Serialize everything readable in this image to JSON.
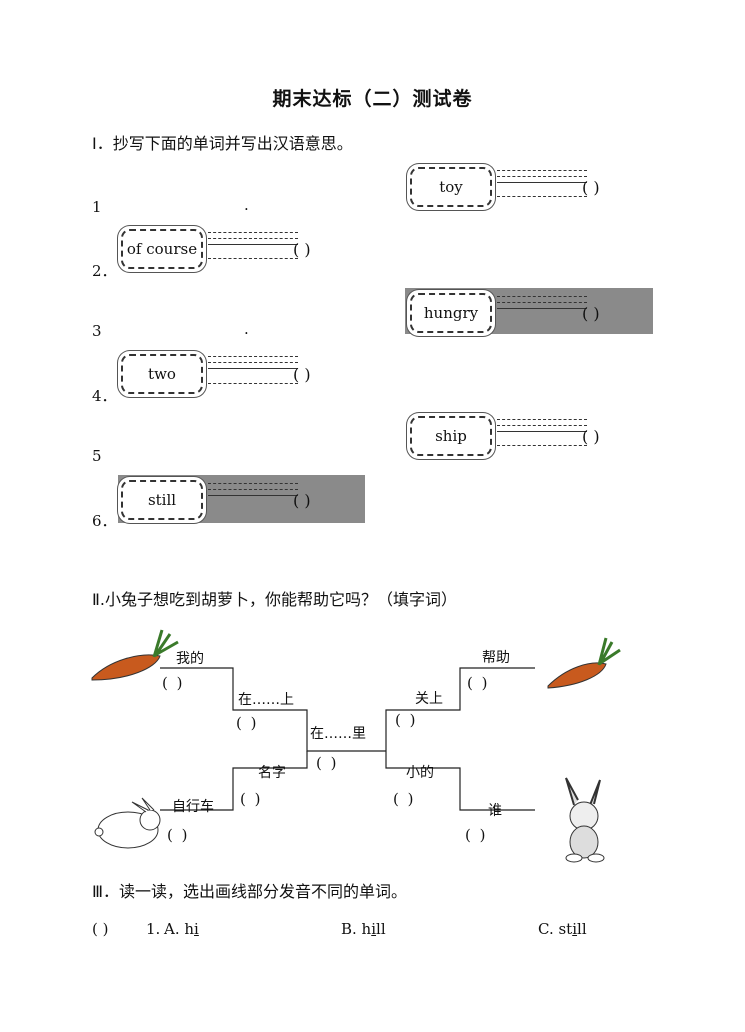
{
  "title": "期末达标（二）测试卷",
  "section1": {
    "heading": "I．抄写下面的单词并写出汉语意思。",
    "items": [
      {
        "num": "1",
        "word": "toy",
        "paren": "(          )"
      },
      {
        "num": "2．",
        "word": "of course",
        "paren": "(          )"
      },
      {
        "num": "3",
        "word": "hungry",
        "paren": "(          )"
      },
      {
        "num": "4．",
        "word": "two",
        "paren": "(          )"
      },
      {
        "num": "5",
        "word": "ship",
        "paren": "(          )"
      },
      {
        "num": "6．",
        "word": "still",
        "paren": "(          )"
      }
    ],
    "dot": "."
  },
  "section2": {
    "heading": "Ⅱ.小兔子想吃到胡萝卜，你能帮助它吗？（填字词）",
    "labels": {
      "wode": "我的",
      "zaishang": "在……上",
      "zaili": "在……里",
      "guanshang": "关上",
      "bangzhu": "帮助",
      "mingzi": "名字",
      "xiaode": "小的",
      "zixingche": "自行车",
      "shui": "谁"
    },
    "blank": "(          )"
  },
  "section3": {
    "heading": "Ⅲ．读一读，选出画线部分发音不同的单词。",
    "q1": {
      "paren": "(       )",
      "num": "1.",
      "a_pre": "A. h",
      "a_u": "i",
      "b_pre": "B. h",
      "b_u": "i",
      "b_post": "ll",
      "c_pre": "C. st",
      "c_u": "i",
      "c_post": "ll"
    }
  },
  "colors": {
    "carrot": "#c85a1e",
    "leaf": "#3a7a2a",
    "gray_block": "#8a8a8a"
  }
}
